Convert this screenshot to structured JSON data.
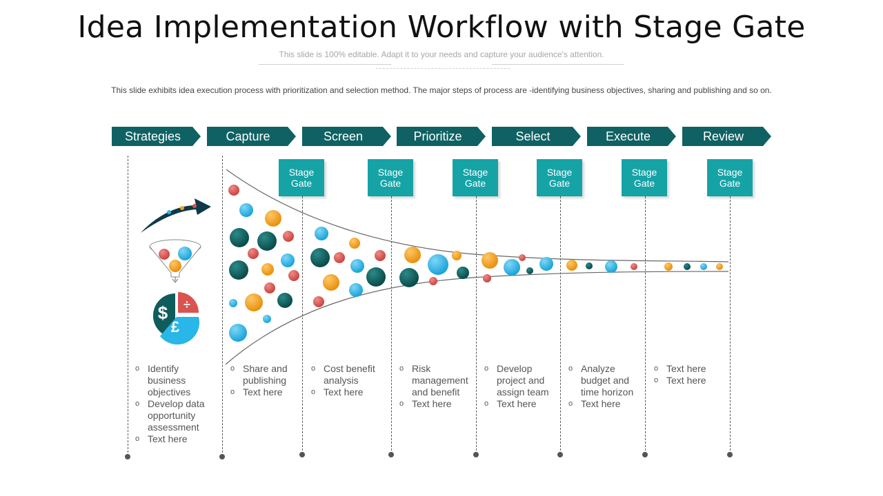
{
  "header": {
    "title": "Idea Implementation Workflow with Stage Gate",
    "subtitle": "This slide is 100% editable. Adapt it to your needs and capture your audience's attention.",
    "description": "This slide exhibits idea execution process with prioritization and selection method. The major steps of process are -identifying business objectives, sharing and publishing and so on."
  },
  "stages": [
    {
      "label": "Strategies"
    },
    {
      "label": "Capture"
    },
    {
      "label": "Screen"
    },
    {
      "label": "Prioritize"
    },
    {
      "label": "Select"
    },
    {
      "label": "Execute"
    },
    {
      "label": "Review"
    }
  ],
  "gate": {
    "line1": "Stage",
    "line2": "Gate"
  },
  "bullets": {
    "strategies": [
      "Identify business objectives",
      "Develop data opportunity assessment",
      "Text here"
    ],
    "capture": [
      "Share and publishing",
      "Text here"
    ],
    "screen": [
      "Cost benefit analysis",
      "Text here"
    ],
    "prioritize": [
      "Risk management and benefit",
      "Text here"
    ],
    "select": [
      "Develop project and assign team",
      "Text here"
    ],
    "execute": [
      "Analyze budget and time horizon",
      "Text here"
    ],
    "review": [
      "Text here",
      "Text here"
    ]
  },
  "bullet_symbol": "o",
  "icons": {
    "arrow": "curved-arrow-icon",
    "funnel": "funnel-icon",
    "currency": "currency-pie-icon",
    "dollar": "$",
    "pound": "£",
    "divide": "÷"
  },
  "colors": {
    "chevron": "#0f6163",
    "gate": "#16a3a6",
    "ball_red": "#d9534f",
    "ball_blue": "#29b6e8",
    "ball_orange": "#f5a01a",
    "ball_teal": "#0e5c5c",
    "pie_teal": "#0e5c5c",
    "pie_red": "#d9534f",
    "pie_blue": "#29b6e8"
  }
}
